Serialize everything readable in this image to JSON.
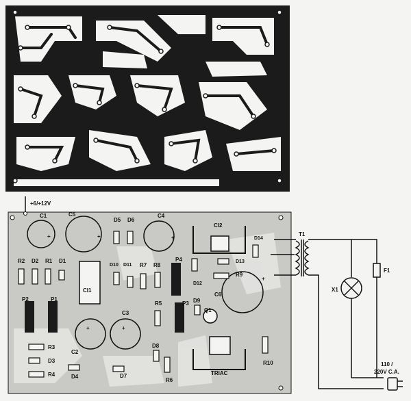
{
  "supply_label": "+6/+12V",
  "mains_label_line1": "110 /",
  "mains_label_line2": "220V C.A.",
  "components": {
    "c1": "C1",
    "c2": "C2",
    "c3": "C3",
    "c4": "C4",
    "c5": "C5",
    "c6": "C6",
    "ci1": "CI1",
    "ci2": "CI2",
    "d1": "D1",
    "d2": "D2",
    "d3": "D3",
    "d4": "D4",
    "d5": "D5",
    "d6": "D6",
    "d7": "D7",
    "d8": "D8",
    "d9": "D9",
    "d10": "D10",
    "d11": "D11",
    "d12": "D12",
    "d13": "D13",
    "d14": "D14",
    "r1": "R1",
    "r2": "R2",
    "r3": "R3",
    "r4": "R4",
    "r5": "R5",
    "r6": "R6",
    "r7": "R7",
    "r8": "R8",
    "r9": "R9",
    "r10": "R10",
    "p1": "P1",
    "p2": "P2",
    "p3": "P3",
    "p4": "P4",
    "q1": "Q1",
    "t1": "T1",
    "x1": "X1",
    "f1": "F1",
    "triac": "TRIAC"
  },
  "colors": {
    "board": "#1b1b1b",
    "paper": "#f4f4f2",
    "overlay": "#c9c9c6",
    "ink": "#111111"
  }
}
